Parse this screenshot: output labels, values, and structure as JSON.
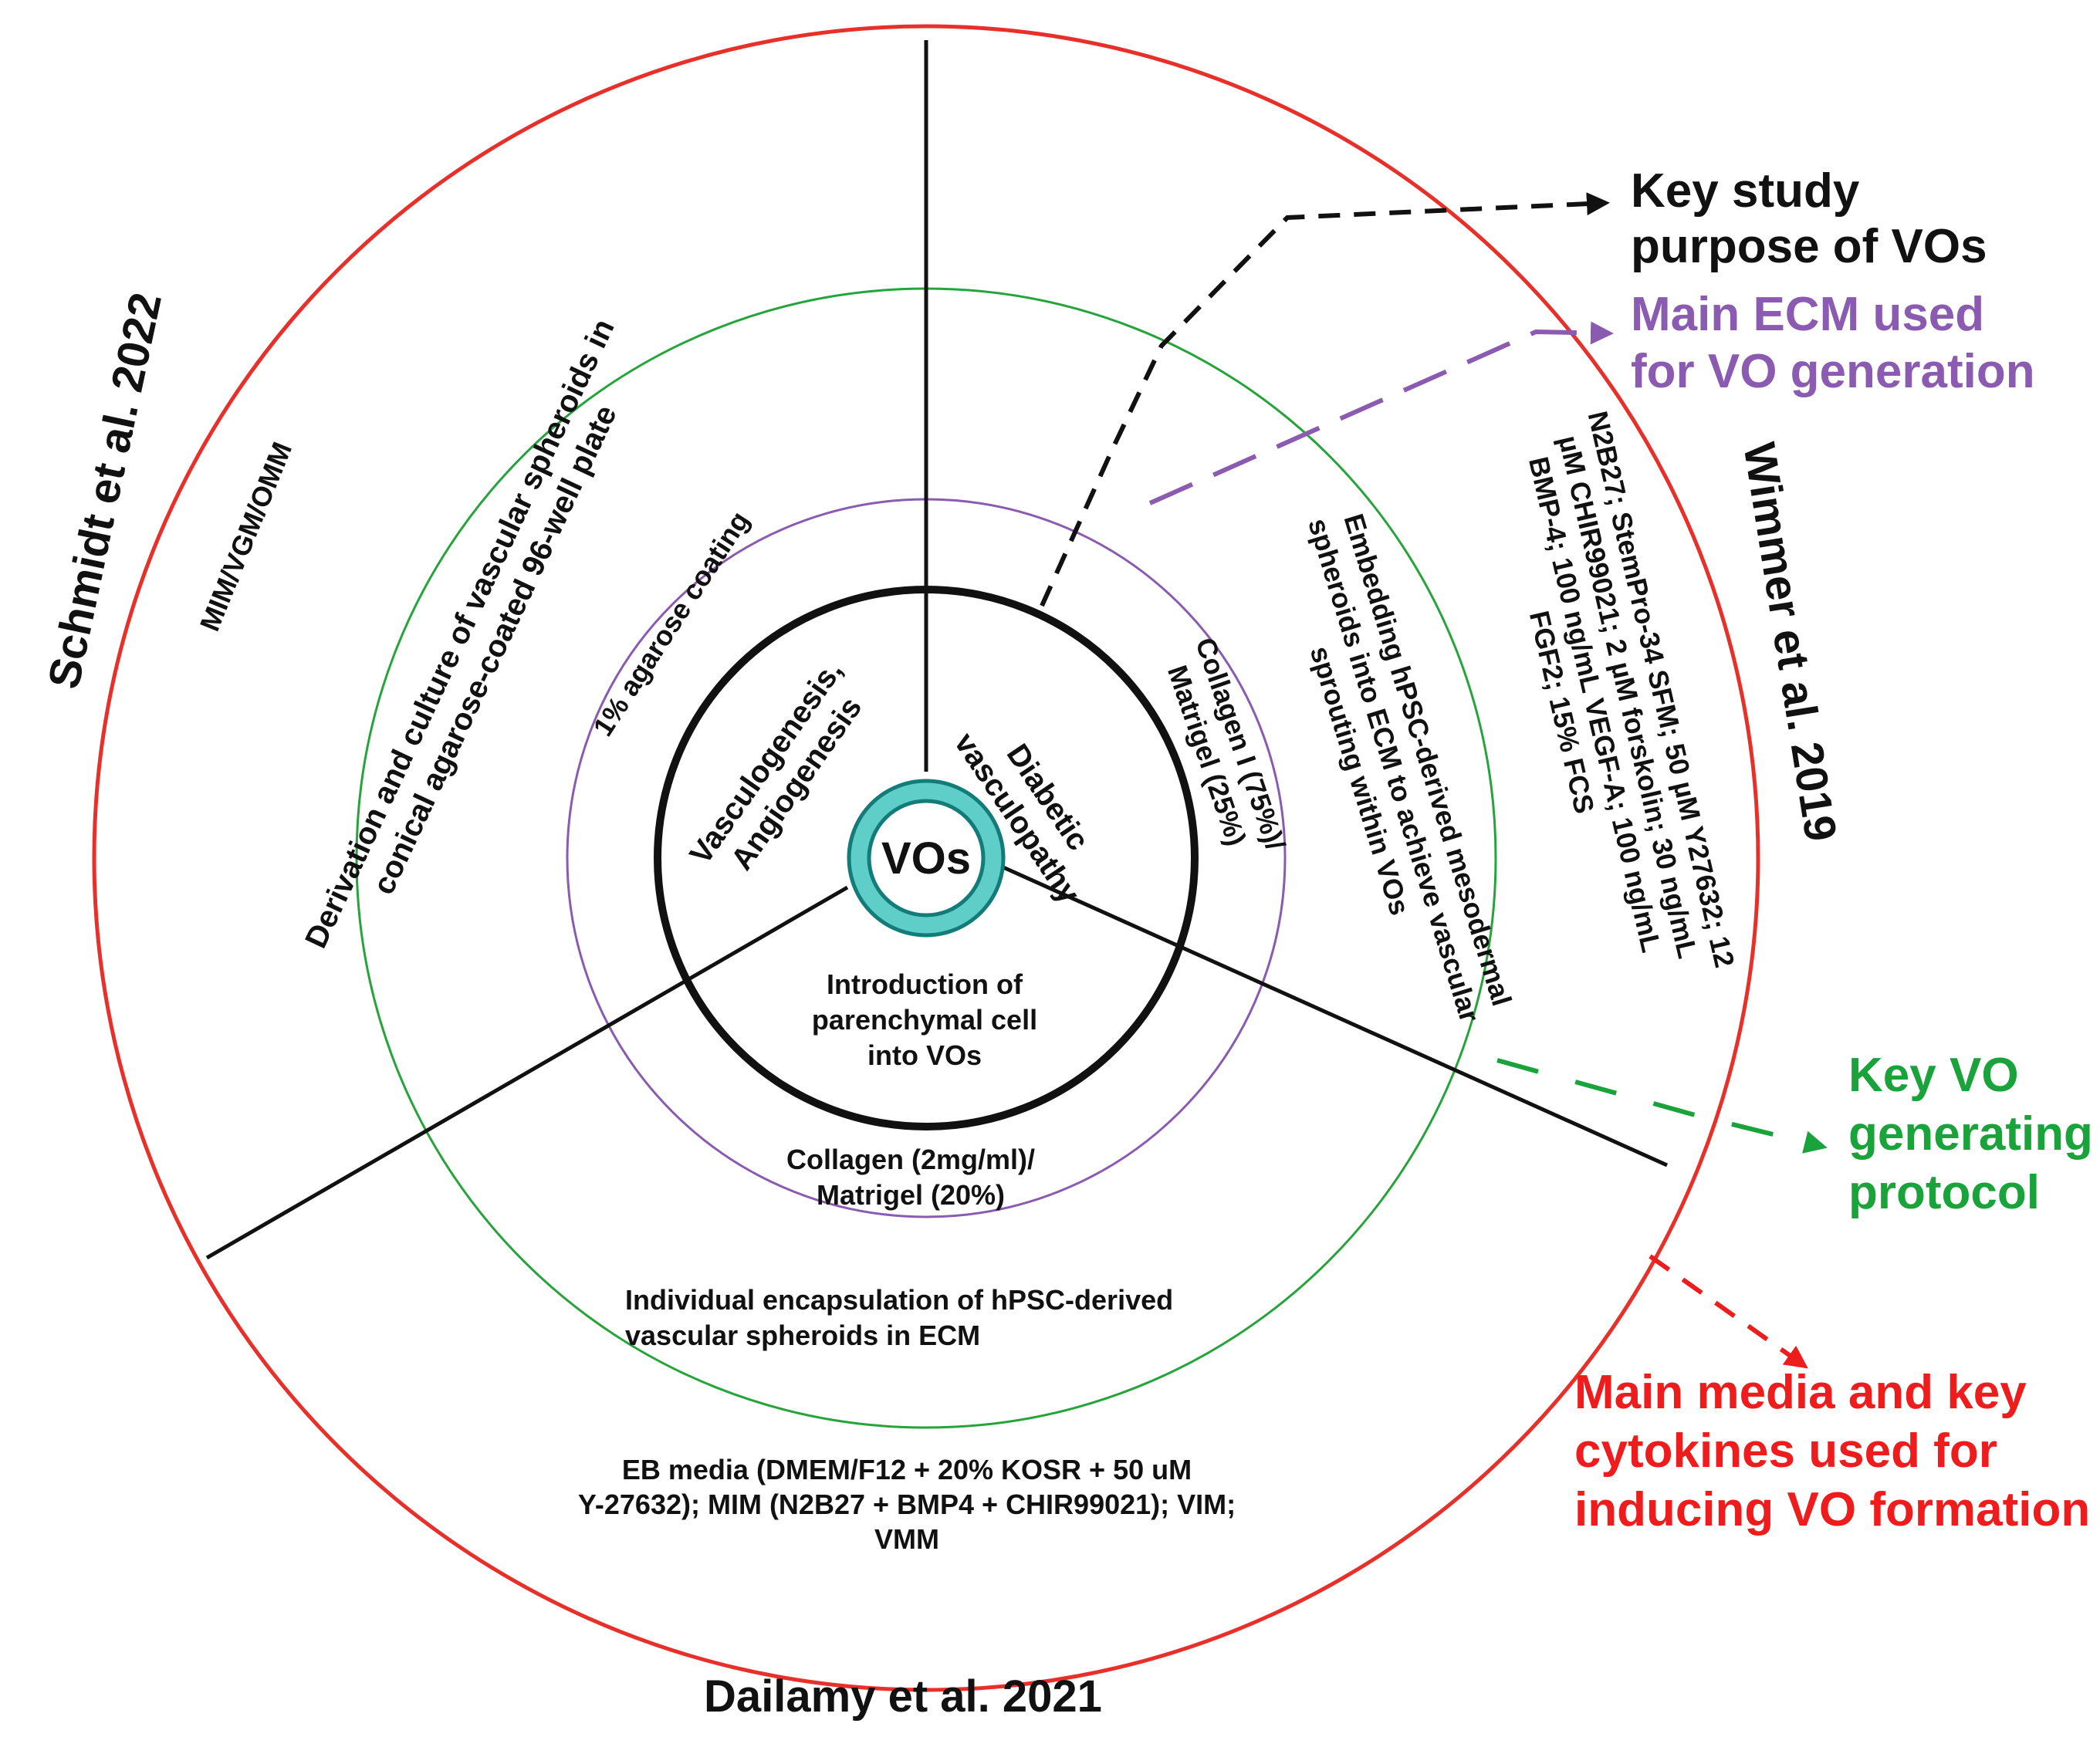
{
  "center": {
    "label": "VOs"
  },
  "studies": {
    "wimmer": {
      "author": "Wimmer et al. 2019",
      "purpose": [
        "Diabetic",
        "vasculopathy"
      ],
      "ecm": [
        "Collagen I (75%)/",
        "Matrigel (25%)"
      ],
      "protocol": [
        "Embedding hPSC-derived mesodermal",
        "spheroids into ECM to achieve vascular",
        "sprouting within VOs"
      ],
      "media": [
        "N2B27; StemPro-34 SFM; 50 µM Y27632; 12",
        "µM CHIR99021; 2 µM forskolin; 30 ng/mL",
        "BMP-4; 100 ng/mL VEGF-A; 100 ng/mL",
        "FGF2; 15% FCS"
      ]
    },
    "schmidt": {
      "author": "Schmidt et al. 2022",
      "purpose": [
        "Vasculogenesis,",
        "Angiogenesis"
      ],
      "ecm": [
        "1% agarose coating"
      ],
      "protocol": [
        "Derivation and culture of vascular spheroids in",
        "conical agarose-coated 96-well plate"
      ],
      "media": [
        "MIM/VGM/OMM"
      ]
    },
    "dailamy": {
      "author": "Dailamy et al. 2021",
      "purpose": [
        "Introduction of",
        "parenchymal cell",
        "into VOs"
      ],
      "ecm": [
        "Collagen (2mg/ml)/",
        "Matrigel (20%)"
      ],
      "protocol": [
        "Individual encapsulation of hPSC-derived",
        "vascular spheroids in ECM"
      ],
      "media": [
        "EB media (DMEM/F12 + 20% KOSR + 50 uM",
        "Y-27632); MIM (N2B27 + BMP4 + CHIR99021); VIM;",
        "VMM"
      ]
    }
  },
  "legend": {
    "purpose": {
      "lines": [
        "Key study",
        "purpose of VOs"
      ],
      "color": "#111111"
    },
    "ecm": {
      "lines": [
        "Main ECM used",
        "for VO generation"
      ],
      "color": "#8a5bb0"
    },
    "protocol": {
      "lines": [
        "Key VO",
        "generating",
        "protocol"
      ],
      "color": "#1aa33a"
    },
    "media": {
      "lines": [
        "Main media and key",
        "cytokines used for",
        "inducing VO formation"
      ],
      "color": "#ee1c1c"
    }
  },
  "colors": {
    "outer_ring": "#e8302a",
    "protocol_ring": "#27a33c",
    "ecm_ring": "#8a5bb0",
    "purpose_ring": "#111111",
    "center_fill": "#5fcdc8",
    "center_stroke": "#137c78"
  }
}
